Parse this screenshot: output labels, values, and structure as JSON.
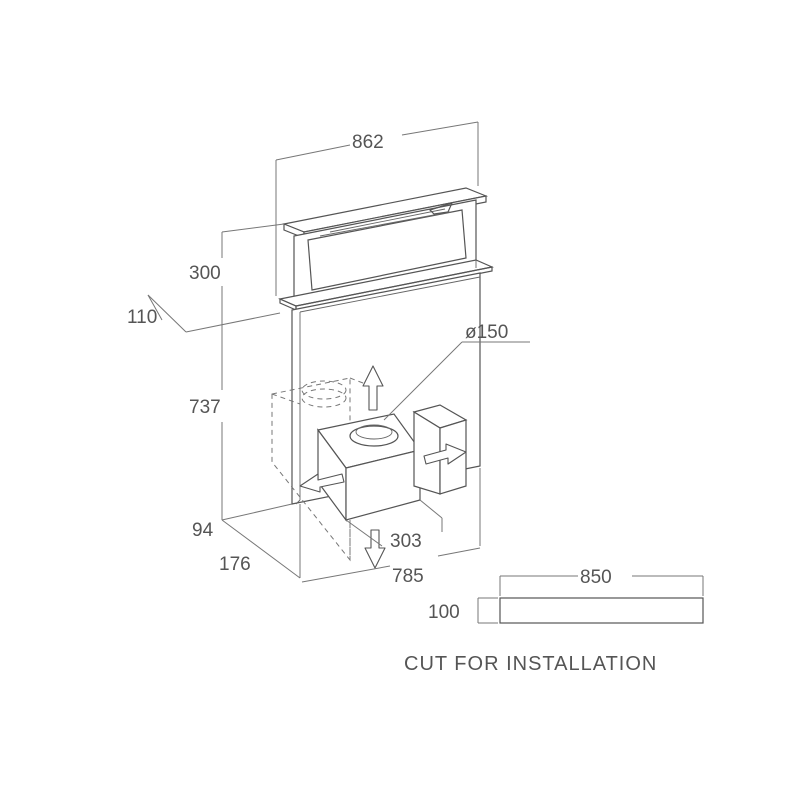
{
  "dimensions": {
    "width_top": "862",
    "height_raised": "300",
    "height_trim": "110",
    "height_body": "737",
    "depth_base": "94",
    "depth_total": "176",
    "width_motor": "303",
    "width_body": "785",
    "duct_diameter": "ø150"
  },
  "cutout": {
    "width": "850",
    "depth": "100",
    "caption": "CUT FOR INSTALLATION"
  }
}
